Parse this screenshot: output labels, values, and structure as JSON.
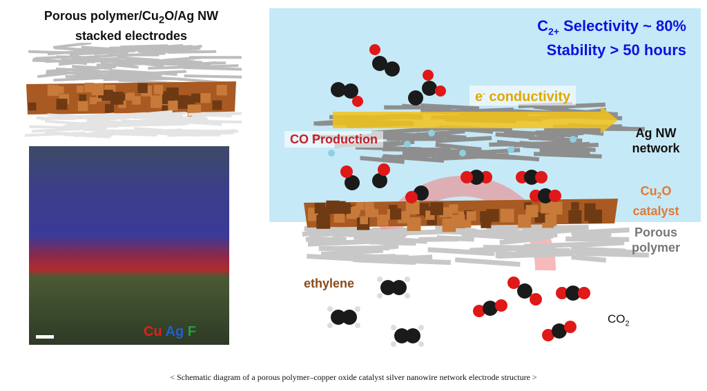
{
  "left_panel": {
    "title_line1_pre": "Porous polymer/Cu",
    "title_line1_sub": "2",
    "title_line1_post": "O/Ag NW",
    "title_line2": "stacked electrodes",
    "element_labels": {
      "cu": "Cu",
      "ag": "Ag",
      "f": "F"
    },
    "colors": {
      "cu": "#e0201c",
      "ag": "#2060d0",
      "f": "#20a040"
    }
  },
  "right_panel": {
    "selectivity_pre": "C",
    "selectivity_sub": "2+",
    "selectivity_post": " Selectivity ~ 80%",
    "stability": "Stability > 50 hours",
    "conductivity_sup": "-",
    "conductivity_pre": "e",
    "conductivity_post": " conductivity",
    "co_production": "CO Production",
    "ag_nw_line1": "Ag NW",
    "ag_nw_line2": "network",
    "cu2o_pre": "Cu",
    "cu2o_sub": "2",
    "cu2o_post": "O",
    "cu2o_line2": "catalyst",
    "porous_line1": "Porous",
    "porous_line2": "polymer",
    "ethylene": "ethylene",
    "co2_pre": "CO",
    "co2_sub": "2",
    "colors": {
      "background": "#c6e9f7",
      "metric": "#1010e0",
      "conductivity": "#e0a800",
      "co": "#c0202a",
      "cu2o": "#e07a30",
      "ethylene": "#8a4a1a",
      "polymer": "#777777"
    }
  },
  "caption": "< Schematic diagram of a porous polymer–copper oxide catalyst silver nanowire network electrode structure >"
}
